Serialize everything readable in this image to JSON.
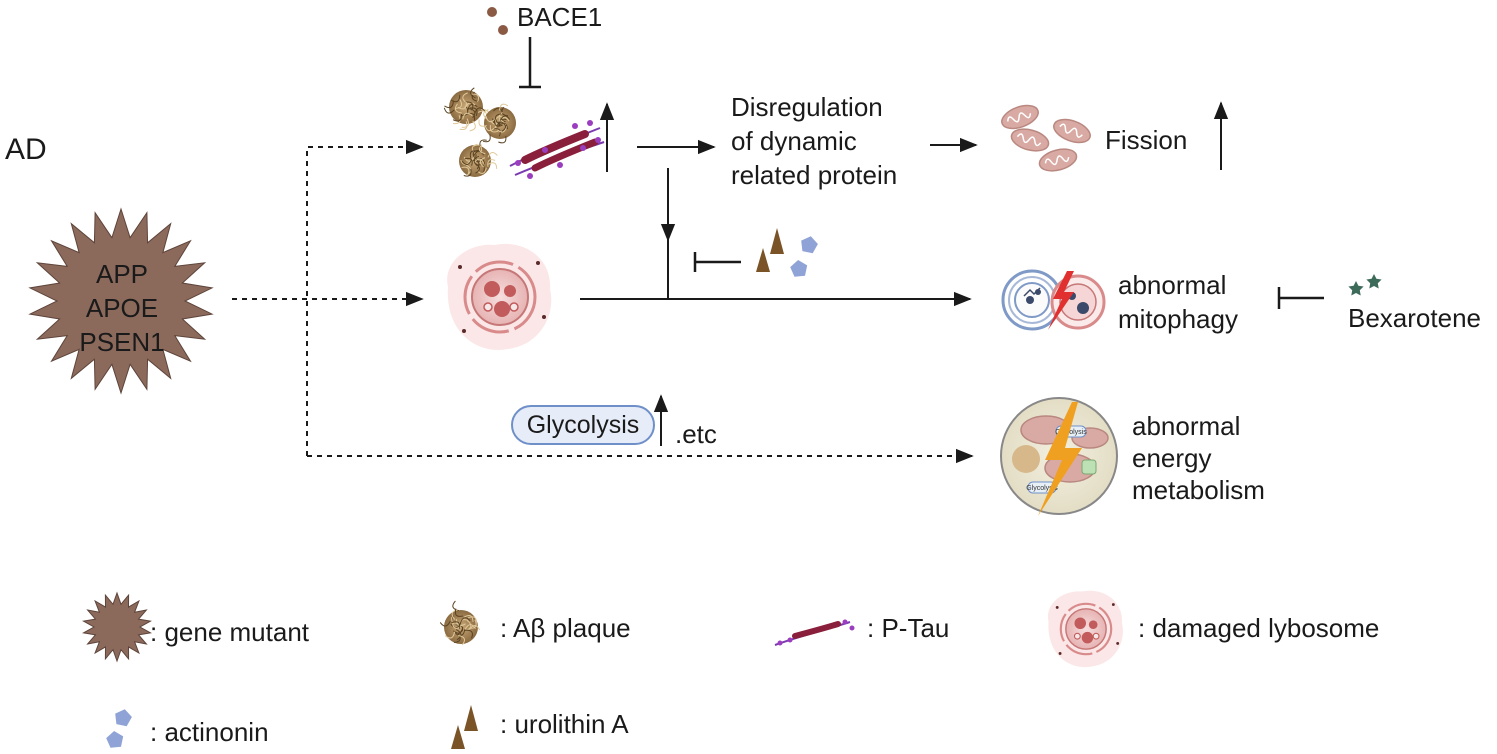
{
  "title": "AD",
  "genes": [
    "APP",
    "APOE",
    "PSEN1"
  ],
  "bace1": "BACE1",
  "dynamic_protein": "Disregulation\nof dynamic\nrelated protein",
  "fission": "Fission",
  "abnormal_mitophagy": "abnormal\nmitophagy",
  "bexarotene": "Bexarotene",
  "glycolysis": "Glycolysis",
  "etc": ".etc",
  "abnormal_energy": "abnormal\nenergy\nmetabolism",
  "icon_labels": {
    "glycolysis_small_1": "Glycolysis",
    "glycolysis_small_2": "Glycolysis"
  },
  "legend": {
    "gene_mutant": ": gene mutant",
    "abeta_plaque": ": Aβ plaque",
    "ptau": ": P-Tau",
    "damaged_lysosome": ": damaged lybosome",
    "actinonin": ": actinonin",
    "urolithin": ": urolithin A"
  },
  "colors": {
    "starburst": "#8b6a5c",
    "plaque": "#a8885a",
    "tau_fiber": "#8a1f3c",
    "tau_dots": "#9a3dbf",
    "lysosome": "#d98a8a",
    "actinonin": "#8fa3d6",
    "urolithin": "#7a5326",
    "bexarotene": "#3d6b5a",
    "bace1": "#8b5a45",
    "lightning": "#f0a020",
    "mitophagy_lightning": "#e03030",
    "mitochondria": "#d9aaa3"
  },
  "icons": [
    "starburst-icon",
    "abeta-plaque-icon",
    "p-tau-icon",
    "damaged-lysosome-icon",
    "mitochondria-icon",
    "mitophagy-icon",
    "energy-cell-icon",
    "actinonin-icon",
    "urolithin-icon",
    "bexarotene-icon",
    "bace1-icon"
  ]
}
